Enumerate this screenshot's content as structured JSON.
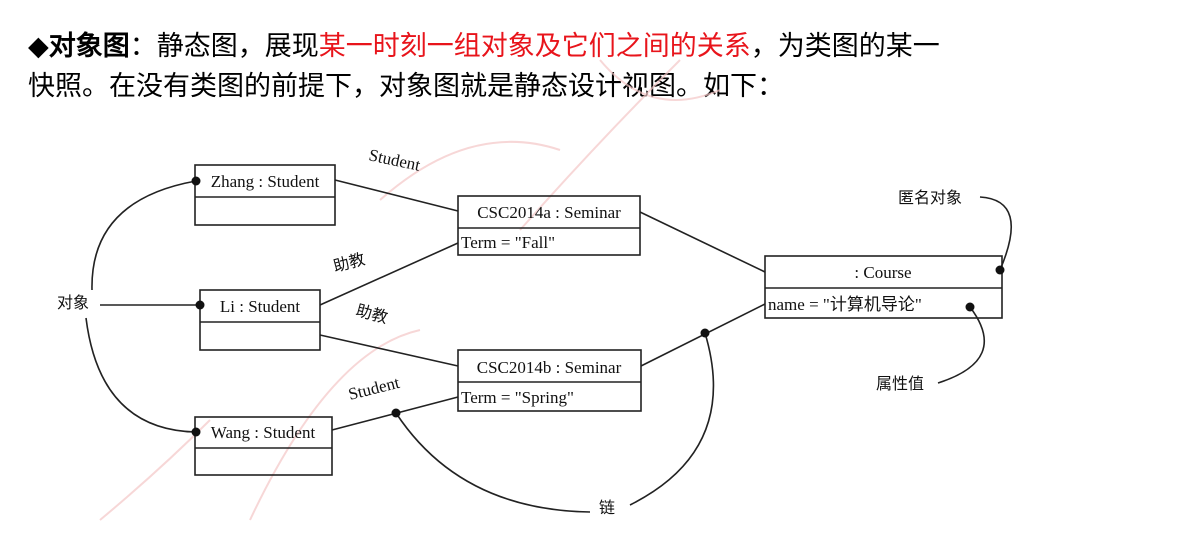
{
  "text": {
    "bullet": "◆",
    "term": "对象图",
    "p1": "：静态图，展现",
    "highlight": "某一时刻一组对象及它们之间的关系",
    "p2": "，为类图的某一",
    "line2": "快照。在没有类图的前提下，对象图就是静态设计视图。如下："
  },
  "diagram": {
    "objects": {
      "zhang": "Zhang : Student",
      "li": "Li : Student",
      "wang": "Wang : Student",
      "semA": "CSC2014a : Seminar",
      "semA_attr": "Term = \"Fall\"",
      "semB": "CSC2014b : Seminar",
      "semB_attr": "Term = \"Spring\"",
      "course": ": Course",
      "course_attr": "name = \"计算机导论\""
    },
    "links": {
      "student1": "Student",
      "ta1": "助教",
      "ta2": "助教",
      "student2": "Student"
    },
    "notes": {
      "object": "对象",
      "anonymous": "匿名对象",
      "attr_value": "属性值",
      "link": "链"
    }
  },
  "colors": {
    "highlight": "#e8141b"
  }
}
